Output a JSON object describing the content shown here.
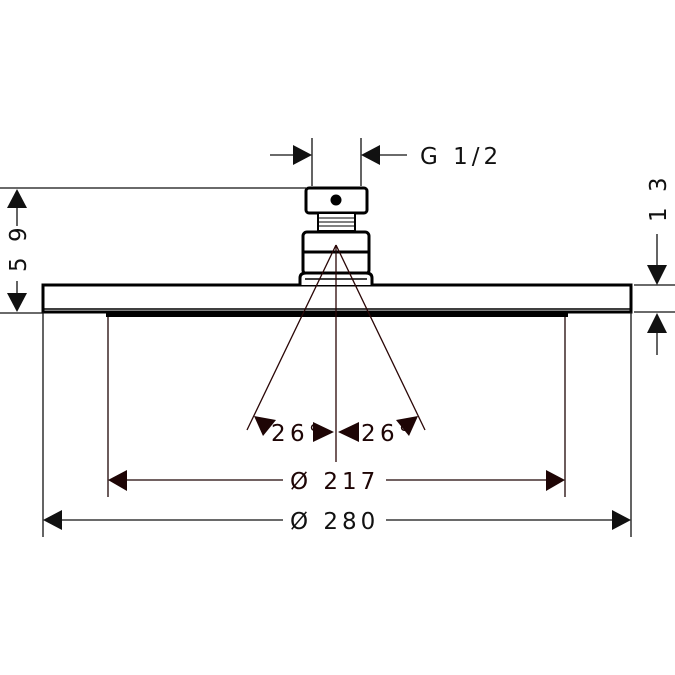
{
  "drawing": {
    "type": "technical-dimension-drawing",
    "subject": "overhead shower head (side view)",
    "colors": {
      "outline": "#000000",
      "dimension_line": "#111111",
      "spray_line": "#2a0606",
      "dim_dark_red": "#1e0505",
      "background": "#ffffff"
    }
  },
  "dimensions": {
    "connection_thread": "G1/2",
    "total_height": "59",
    "head_thickness": "13",
    "spray_angle_left": "26°",
    "spray_angle_right": "26°",
    "spray_diameter": "Ø217",
    "head_diameter": "Ø280"
  },
  "labels": {
    "g12": "G 1/2",
    "h59": "5 9",
    "h13": "1 3",
    "a_left_2": "2",
    "a_left_6": "6°",
    "a_right_2": "2",
    "a_right_6": "6°",
    "d217": "Ø 217",
    "d280": "Ø 280"
  }
}
